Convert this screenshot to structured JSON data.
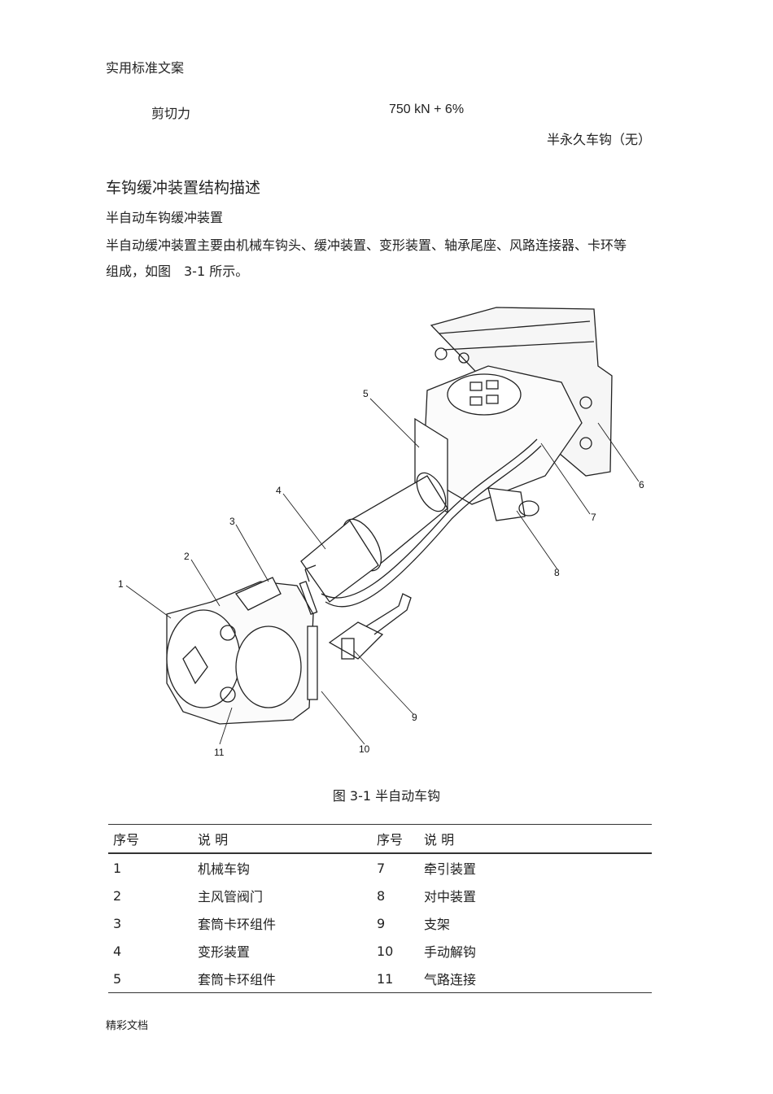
{
  "header": "实用标准文案",
  "shear": {
    "label": "剪切力",
    "value": "750 kN + 6%"
  },
  "semi_permanent": "半永久车钩（无）",
  "section_title": "车钩缓冲装置结构描述",
  "subsection_title": "半自动车钩缓冲装置",
  "paragraph": "半自动缓冲装置主要由机械车钩头、缓冲装置、变形装置、轴承尾座、风路连接器、卡环等组成，如图　3-1 所示。",
  "figure": {
    "callouts": [
      "1",
      "2",
      "3",
      "4",
      "5",
      "6",
      "7",
      "8",
      "9",
      "10",
      "11"
    ]
  },
  "caption": "图 3-1 半自动车钩",
  "table": {
    "headers": [
      "序号",
      "说  明",
      "序号",
      "说  明"
    ],
    "rows": [
      [
        "1",
        "机械车钩",
        "7",
        "牵引装置"
      ],
      [
        "2",
        "主风管阀门",
        "8",
        "对中装置"
      ],
      [
        "3",
        "套筒卡环组件",
        "9",
        "支架"
      ],
      [
        "4",
        "变形装置",
        "10",
        "手动解钩"
      ],
      [
        "5",
        "套筒卡环组件",
        "11",
        "气路连接"
      ]
    ]
  },
  "footer": "精彩文档"
}
